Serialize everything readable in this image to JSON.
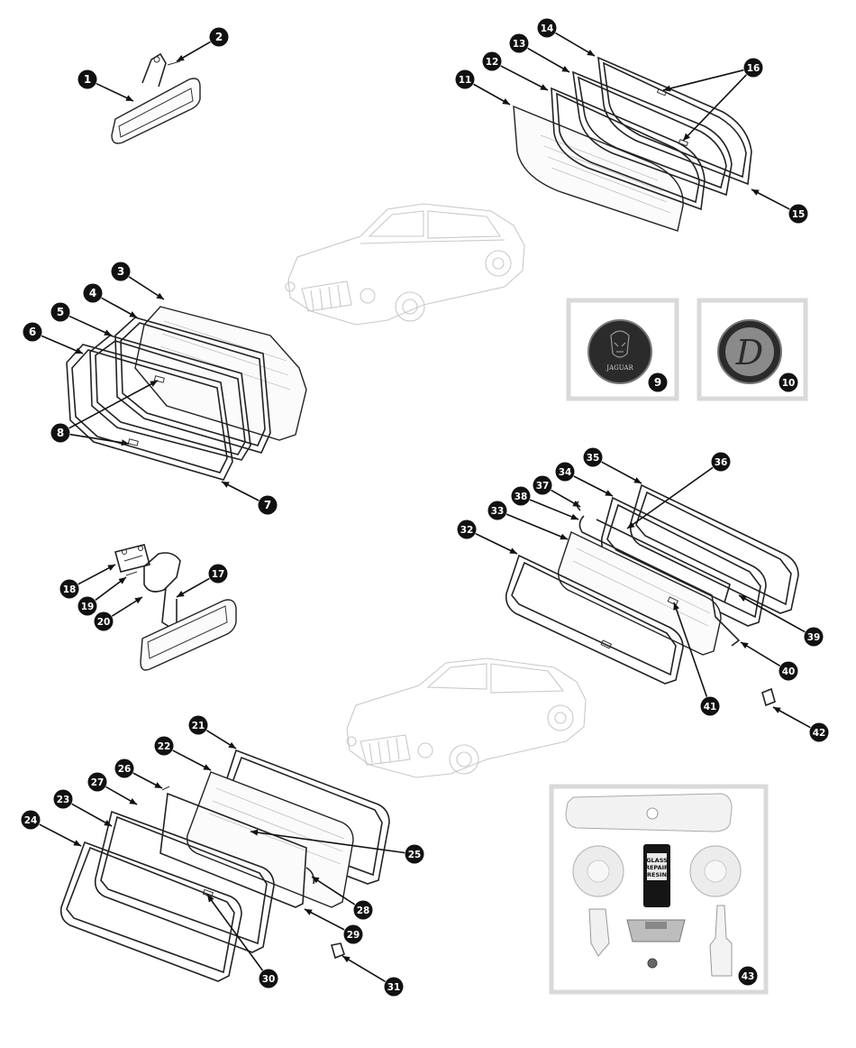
{
  "diagram": {
    "callouts": [
      {
        "n": "1"
      },
      {
        "n": "2"
      },
      {
        "n": "3"
      },
      {
        "n": "4"
      },
      {
        "n": "5"
      },
      {
        "n": "6"
      },
      {
        "n": "7"
      },
      {
        "n": "8"
      },
      {
        "n": "9"
      },
      {
        "n": "10"
      },
      {
        "n": "11"
      },
      {
        "n": "12"
      },
      {
        "n": "13"
      },
      {
        "n": "14"
      },
      {
        "n": "15"
      },
      {
        "n": "16"
      },
      {
        "n": "17"
      },
      {
        "n": "18"
      },
      {
        "n": "19"
      },
      {
        "n": "20"
      },
      {
        "n": "21"
      },
      {
        "n": "22"
      },
      {
        "n": "23"
      },
      {
        "n": "24"
      },
      {
        "n": "25"
      },
      {
        "n": "26"
      },
      {
        "n": "27"
      },
      {
        "n": "28"
      },
      {
        "n": "29"
      },
      {
        "n": "30"
      },
      {
        "n": "31"
      },
      {
        "n": "32"
      },
      {
        "n": "33"
      },
      {
        "n": "34"
      },
      {
        "n": "35"
      },
      {
        "n": "36"
      },
      {
        "n": "37"
      },
      {
        "n": "38"
      },
      {
        "n": "39"
      },
      {
        "n": "40"
      },
      {
        "n": "41"
      },
      {
        "n": "42"
      },
      {
        "n": "43"
      }
    ],
    "badge_jaguar_text": "JAGUAR",
    "badge_daimler_text": "D",
    "resin_label": [
      "GLASS",
      "REPAIR",
      "RESIN"
    ],
    "colors": {
      "callout": "#111111",
      "line": "#222222",
      "car_ghost": "#c9c9c9",
      "panel_border": "#d9d9d9"
    }
  }
}
